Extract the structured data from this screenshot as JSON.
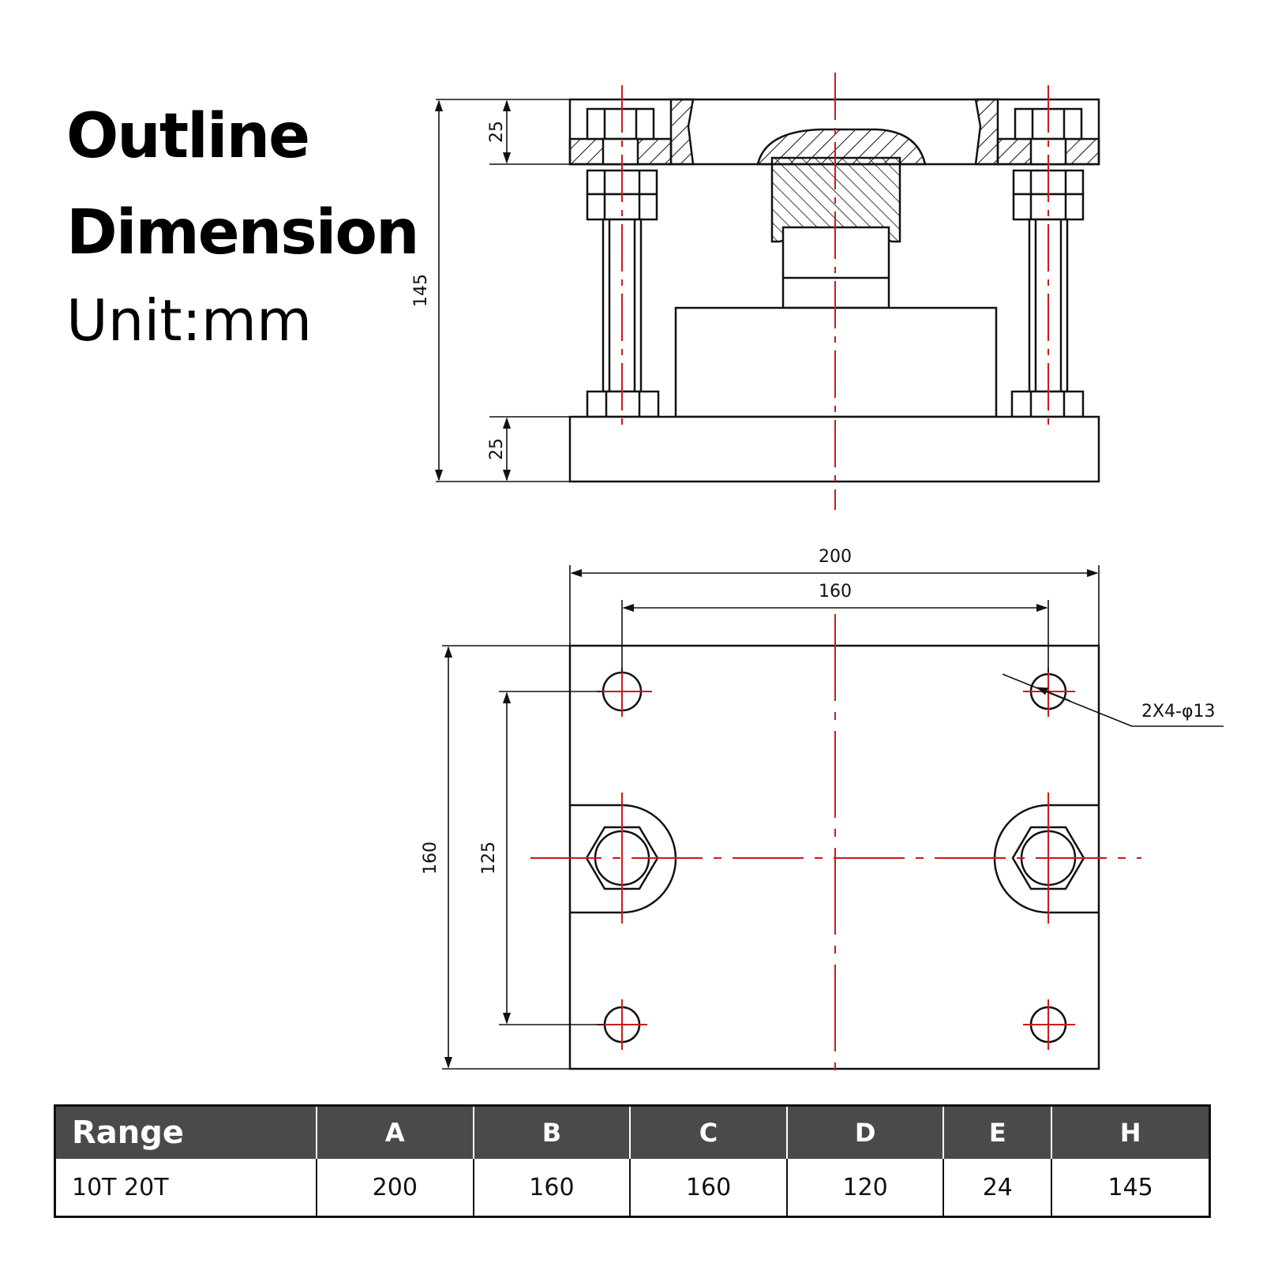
{
  "heading": {
    "line1": "Outline",
    "line2": "Dimension",
    "unit": "Unit:mm"
  },
  "side_view": {
    "dims": {
      "top_plate": "25",
      "total_height": "145",
      "base_plate": "25"
    }
  },
  "plan_view": {
    "dims": {
      "width_overall": "200",
      "hole_span": "160",
      "depth_overall": "160",
      "hole_pitch": "125"
    },
    "callout": "2X4-φ13"
  },
  "colors": {
    "line": "#111111",
    "centerline": "#cc1a1a",
    "header_bg": "#4a4a4a"
  },
  "table": {
    "headers": [
      "Range",
      "A",
      "B",
      "C",
      "D",
      "E",
      "H"
    ],
    "rows": [
      [
        "10T 20T",
        "200",
        "160",
        "160",
        "120",
        "24",
        "145"
      ]
    ]
  }
}
